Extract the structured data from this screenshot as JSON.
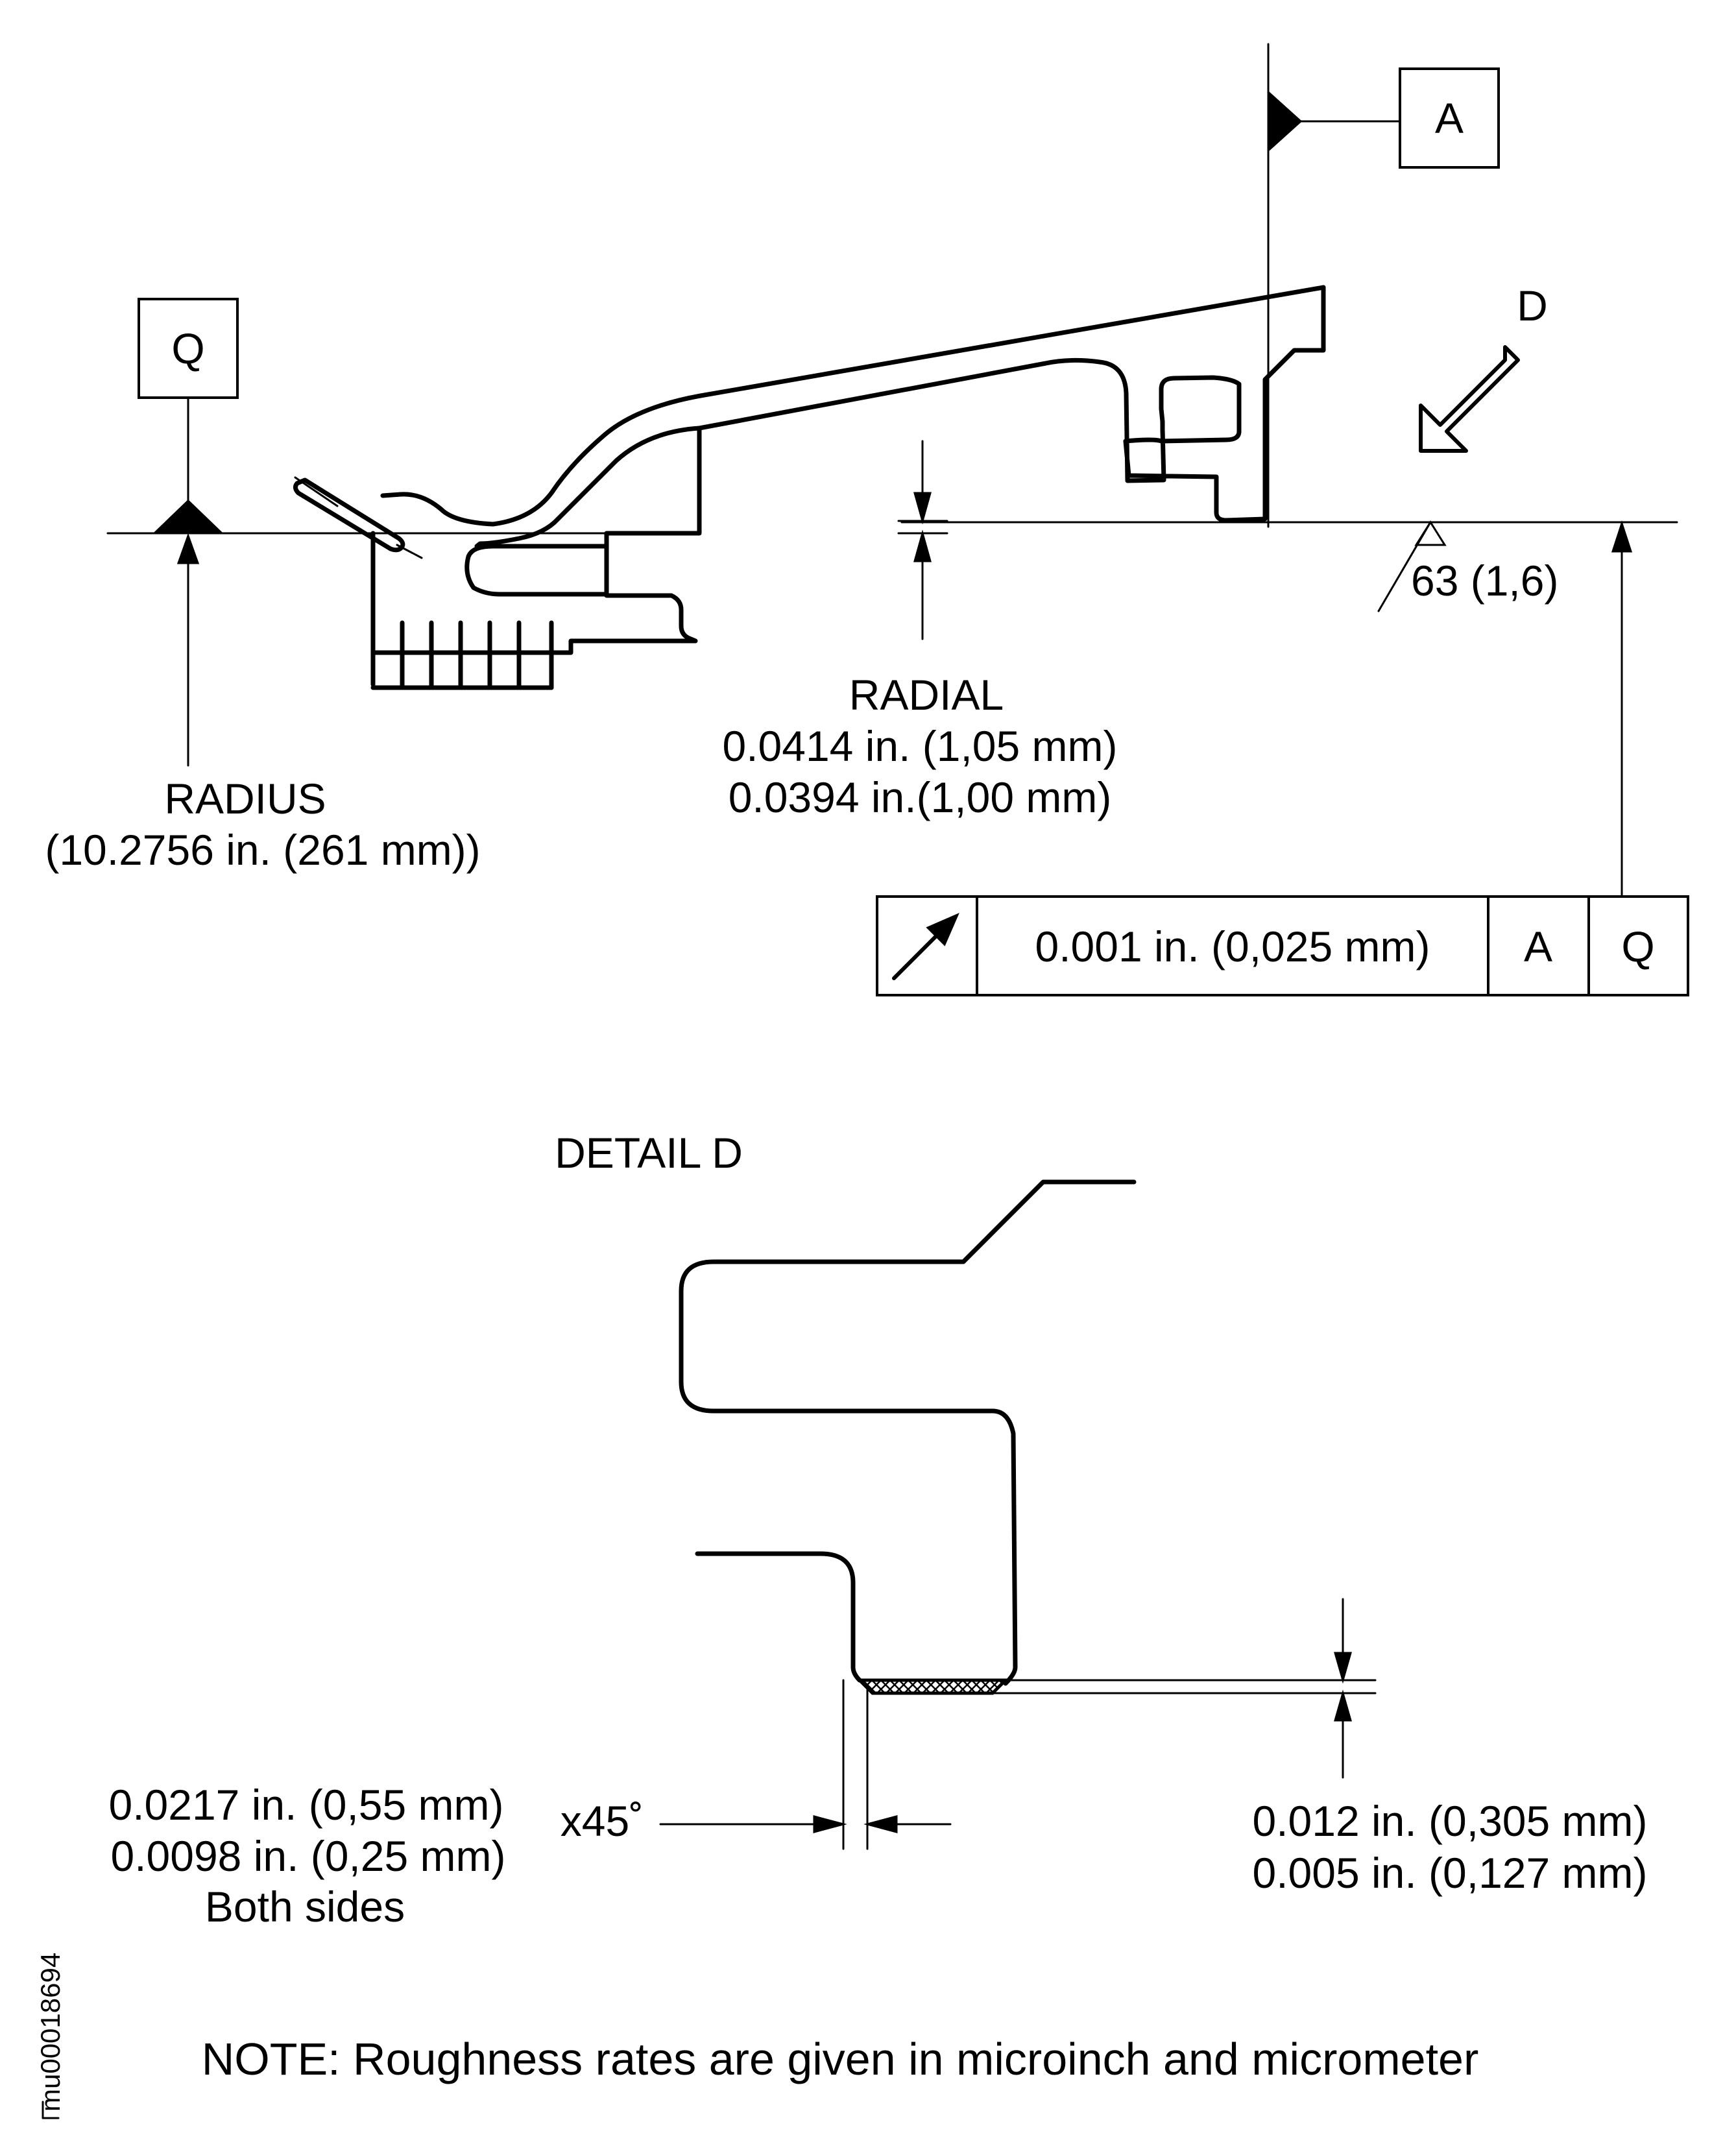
{
  "main_view": {
    "datum_a": "A",
    "datum_q": "Q",
    "view_arrow_label": "D",
    "radius_title": "RADIUS",
    "radius_value": "(10.2756 in. (261 mm))",
    "radial_title": "RADIAL",
    "radial_max": "0.0414 in. (1,05 mm)",
    "radial_min": "0.0394 in.(1,00 mm)",
    "roughness": "63 (1,6)",
    "tolerance_frame": {
      "symbol": "runout-arrow-icon",
      "value": "0.001 in. (0,025 mm)",
      "datum_1": "A",
      "datum_2": "Q"
    }
  },
  "detail": {
    "title": "DETAIL D",
    "chamfer_max": "0.0217 in.  (0,55 mm)",
    "chamfer_angle": "x45˚",
    "chamfer_min": "0.0098 in. (0,25 mm)",
    "chamfer_note": "Both sides",
    "depth_max": "0.012 in.  (0,305 mm)",
    "depth_min": "0.005 in. (0,127  mm)"
  },
  "note": "NOTE: Roughness rates are given in microinch and micrometer",
  "reference_id": "mu00018694"
}
